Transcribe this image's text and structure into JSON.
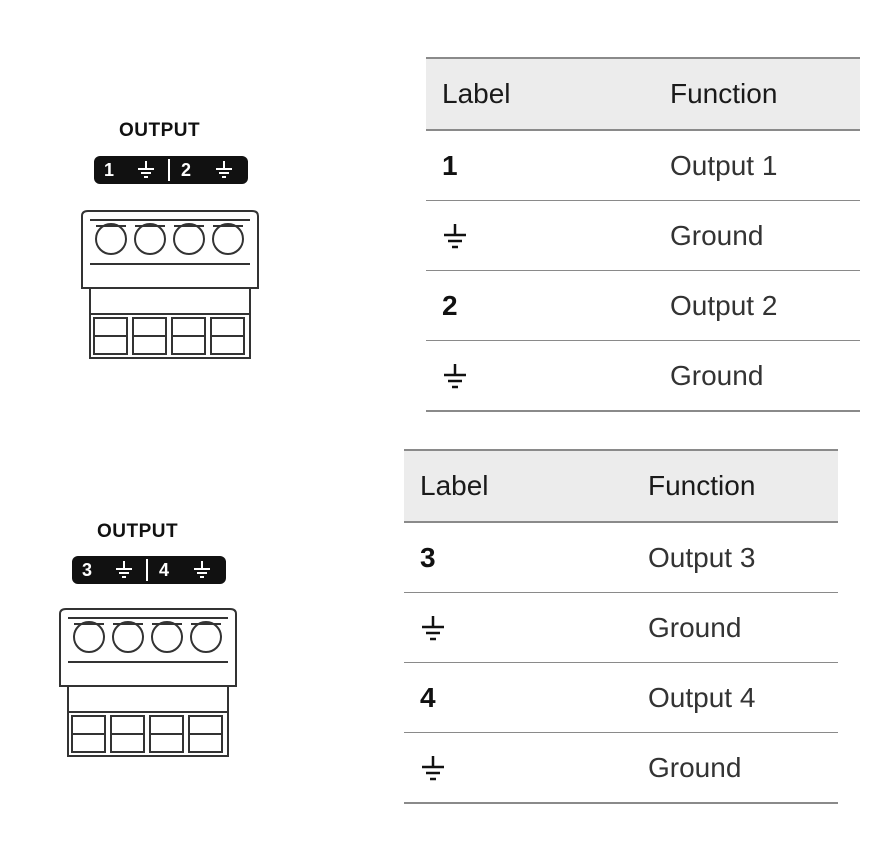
{
  "connectors": [
    {
      "title": "OUTPUT",
      "pins": [
        "1",
        "2"
      ],
      "icon": "ground-icon"
    },
    {
      "title": "OUTPUT",
      "pins": [
        "3",
        "4"
      ],
      "icon": "ground-icon"
    }
  ],
  "tables": [
    {
      "headers": [
        "Label",
        "Function"
      ],
      "rows": [
        {
          "label": "1",
          "function": "Output 1"
        },
        {
          "label": "ground-icon",
          "function": "Ground"
        },
        {
          "label": "2",
          "function": "Output 2"
        },
        {
          "label": "ground-icon",
          "function": "Ground"
        }
      ]
    },
    {
      "headers": [
        "Label",
        "Function"
      ],
      "rows": [
        {
          "label": "3",
          "function": "Output 3"
        },
        {
          "label": "ground-icon",
          "function": "Ground"
        },
        {
          "label": "4",
          "function": "Output 4"
        },
        {
          "label": "ground-icon",
          "function": "Ground"
        }
      ]
    }
  ]
}
